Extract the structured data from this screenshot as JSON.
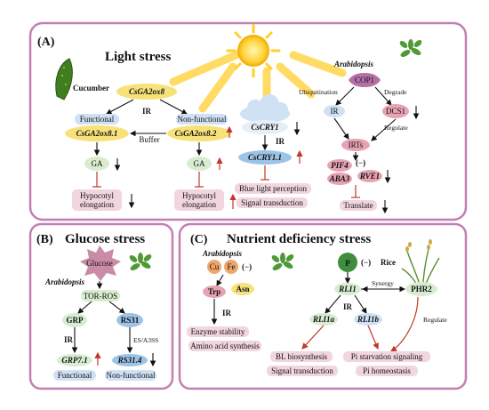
{
  "panelA": {
    "letter": "(A)",
    "title": "Light stress",
    "cucumber": "Cucumber",
    "arabidopsis": "Arabidopsis",
    "csga2ox8": "CsGA2ox8",
    "ir": "IR",
    "functional": "Functional",
    "nonfunctional": "Non-functional",
    "csga2ox8_1": "CsGA2ox8.1",
    "csga2ox8_2": "CsGA2ox8.2",
    "buffer": "Buffer",
    "ga": "GA",
    "hypocotyl": "Hypocotyl",
    "elongation": "elongation",
    "cscry1": "CsCRY1",
    "cscry1_1": "CsCRY1.1",
    "blue_light": "Blue light perception",
    "signal_transduction": "Signal transduction",
    "cop1": "COP1",
    "ubiquitination": "Ubiquitination",
    "degrade": "Degrade",
    "dcs1": "DCS1",
    "regulate": "Regulate",
    "irts": "IRTs",
    "pif4": "PIF4",
    "aba3": "ABA3",
    "rve1": "RVE1",
    "minus": "(−)",
    "translate": "Translate"
  },
  "panelB": {
    "letter": "(B)",
    "title": "Glucose stress",
    "glucose": "Glucose",
    "arabidopsis": "Arabidopsis",
    "tor_ros": "TOR-ROS",
    "grp": "GRP",
    "rs31": "RS31",
    "ir": "IR",
    "es_a3ss": "ES/A3SS",
    "grp7_1": "GRP7.1",
    "rs31_4": "RS31.4",
    "functional": "Functional",
    "nonfunctional": "Non-functional"
  },
  "panelC": {
    "letter": "(C)",
    "title": "Nutrient deficiency stress",
    "arabidopsis": "Arabidopsis",
    "rice": "Rice",
    "cu": "Cu",
    "fe": "Fe",
    "p": "P",
    "minus": "(−)",
    "trp": "Trp",
    "asn": "Asn",
    "ir": "IR",
    "enzyme_stability": "Enzyme stability",
    "amino_acid": "Amino acid synthesis",
    "rli1": "RLI1",
    "rli1a": "RLI1a",
    "rli1b": "RLI1b",
    "synergy": "Synergy",
    "phr2": "PHR2",
    "regulate": "Regulate",
    "bl_biosynthesis": "BL biosynthesis",
    "signal_transduction": "Signal transduction",
    "pi_starvation": "Pi starvation signaling",
    "pi_homeostasis": "Pi homeostasis"
  },
  "colors": {
    "panel_border": "#c27fb3",
    "functional_blue": "#cfe1f3",
    "yellow": "#f7e27a",
    "green": "#d8ecd0",
    "pink": "#f2d6df",
    "purple": "#b56fa6",
    "red_arrow": "#c0392b"
  }
}
